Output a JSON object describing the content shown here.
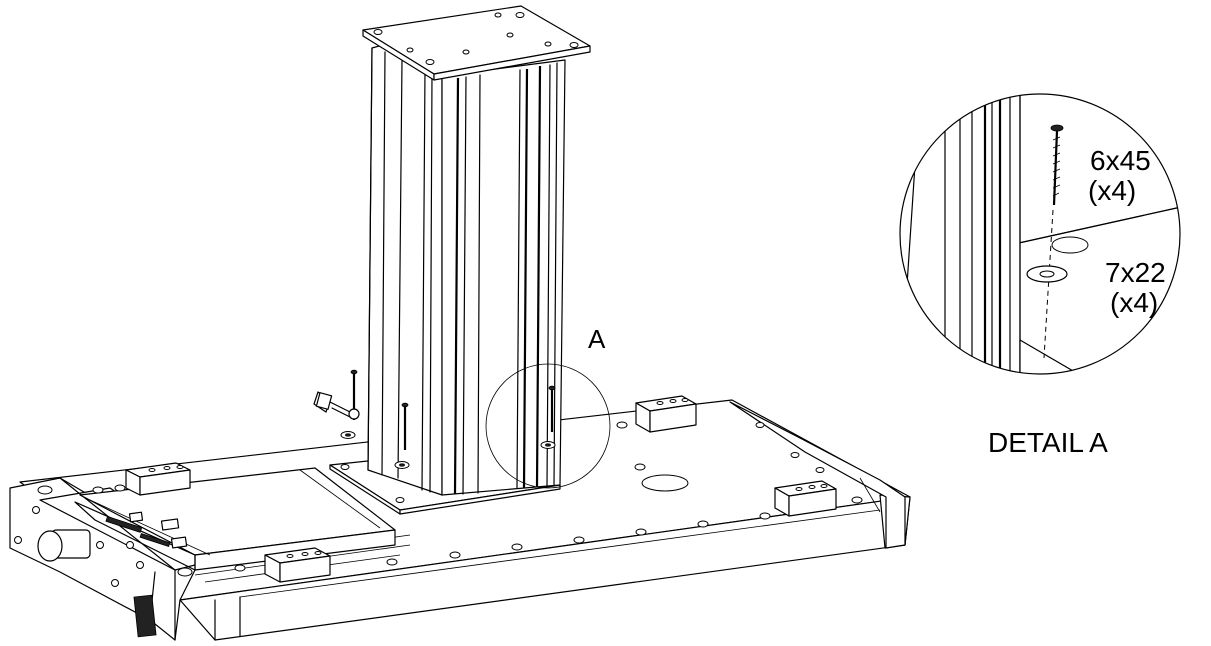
{
  "callout_letter": "A",
  "detail": {
    "screw_size": "6x45",
    "screw_qty": "(x4)",
    "washer_size": "7x22",
    "washer_qty": "(x4)",
    "caption": "DETAIL A"
  }
}
